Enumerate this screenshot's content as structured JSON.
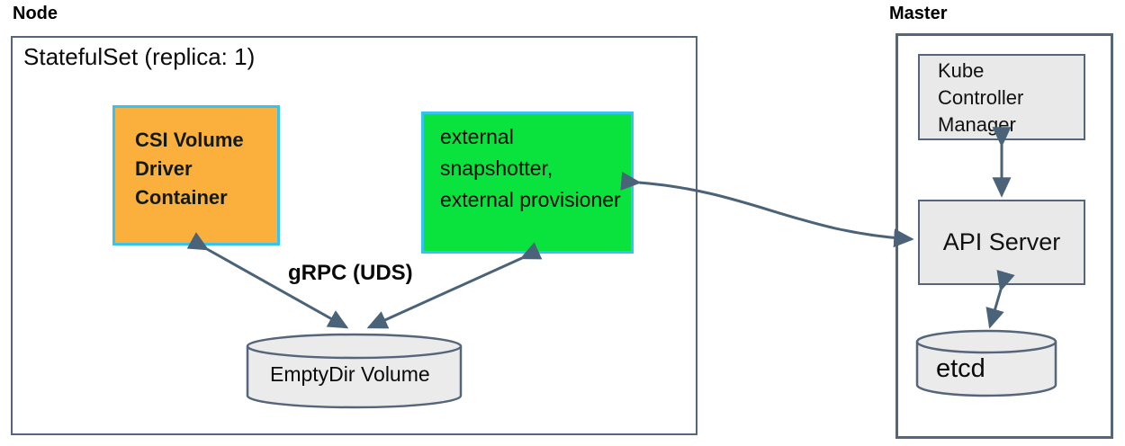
{
  "node_section": {
    "title": "Node",
    "statefulset_title": "StatefulSet (replica: 1)",
    "csi_box_label": "CSI Volume Driver Container",
    "external_box_label": "external snapshotter, external provisioner",
    "emptydir_label": "EmptyDir Volume",
    "grpc_label": "gRPC (UDS)"
  },
  "master_section": {
    "title": "Master",
    "kube_controller_manager_label": "Kube Controller Manager",
    "api_server_label": "API Server",
    "etcd_label": "etcd"
  },
  "colors": {
    "csi_box_fill": "#fbb03d",
    "external_box_fill": "#0ae23e",
    "highlight_border_blue": "#35c3f2",
    "gray_box_fill": "#e9e9e9",
    "outline_slate": "#55657a",
    "arrow_slate": "#4a6378"
  }
}
